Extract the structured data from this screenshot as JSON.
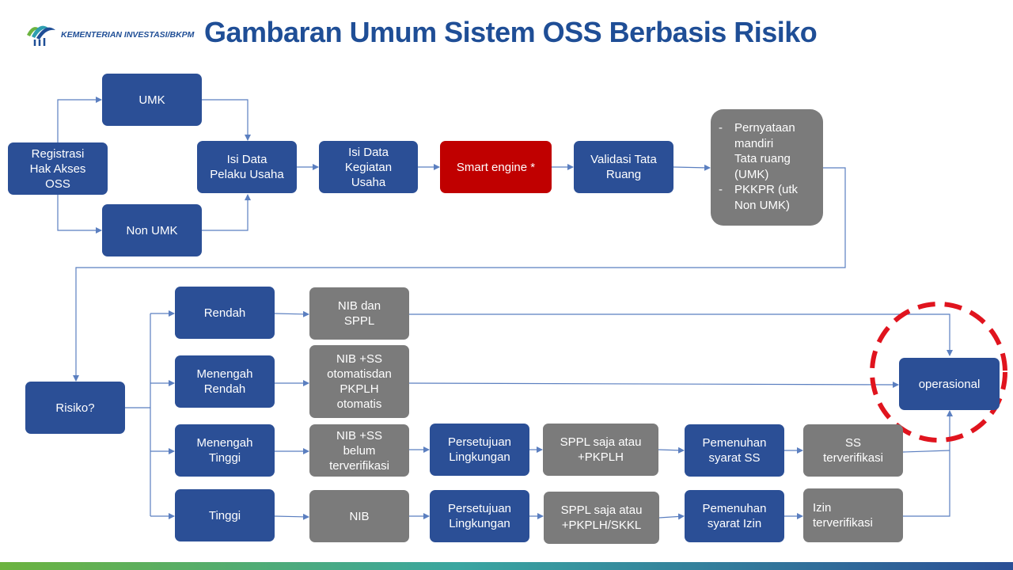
{
  "header": {
    "logo_text": "KEMENTERIAN INVESTASI",
    "logo_suffix": "/BKPM",
    "title": "Gambaran Umum Sistem OSS Berbasis Risiko"
  },
  "nodes": {
    "registrasi": "Registrasi\nHak Akses\nOSS",
    "umk": "UMK",
    "non_umk": "Non UMK",
    "isi_pelaku": "Isi Data\nPelaku Usaha",
    "isi_kegiatan": "Isi Data\nKegiatan\nUsaha",
    "smart_engine": "Smart engine *",
    "validasi": "Validasi Tata\nRuang",
    "pernyataan_items": [
      "Pernyataan\nmandiri\nTata ruang\n(UMK)",
      "PKKPR (utk\nNon UMK)"
    ],
    "risiko": "Risiko?",
    "rendah": "Rendah",
    "menengah_rendah": "Menengah\nRendah",
    "menengah_tinggi": "Menengah\nTinggi",
    "tinggi": "Tinggi",
    "nib_sppl": "NIB dan\nSPPL",
    "nib_ss_otomatis": "NIB +SS\notomatisdan\nPKPLH\notomatis",
    "nib_ss_belum": "NIB +SS\nbelum\nterverifikasi",
    "nib": "NIB",
    "persetujuan_1": "Persetujuan\nLingkungan",
    "persetujuan_2": "Persetujuan\nLingkungan",
    "sppl_pkplh": "SPPL saja atau\n+PKPLH",
    "sppl_skkl": "SPPL saja atau\n+PKPLH/SKKL",
    "pemenuhan_ss": "Pemenuhan\nsyarat SS",
    "pemenuhan_izin": "Pemenuhan\nsyarat Izin",
    "ss_terverifikasi": "SS\nterverifikasi",
    "izin_terverifikasi": "Izin\nterverifikasi",
    "operasional": "operasional"
  },
  "colors": {
    "primary_blue": "#2b4f96",
    "gray": "#7b7b7b",
    "red": "#c00000",
    "connector": "#5b7fc0",
    "highlight_circle": "#e0141e"
  }
}
